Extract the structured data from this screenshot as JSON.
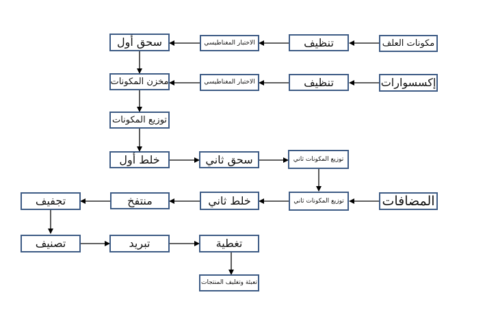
{
  "diagram": {
    "nodes": {
      "feed_ingredients": "مكونات العلف",
      "cleaning_1": "تنظيف",
      "magnetic_test_1": "الاختبار المغناطيسي",
      "first_grinding": "سحق أول",
      "accessories": "إكسسوارات",
      "cleaning_2": "تنظيف",
      "magnetic_test_2": "الاختبار المغناطيسي",
      "ingredients_store": "مخزن المكونات",
      "ingredients_distribution": "توزيع المكونات",
      "first_mixing": "خلط أول",
      "second_grinding": "سحق ثاني",
      "second_distribution_a": "توزيع المكونات ثاني",
      "additives": "المضافات",
      "second_distribution_b": "توزيع المكونات ثاني",
      "second_mixing": "خلط ثاني",
      "expanded": "منتفخ",
      "drying": "تجفيف",
      "sorting": "تصنيف",
      "cooling": "تبريد",
      "coating": "تغطية",
      "packing": "تعبئة وتغليف المنتجات"
    },
    "colors": {
      "border": "#3c5a84",
      "arrow": "#000000"
    }
  }
}
